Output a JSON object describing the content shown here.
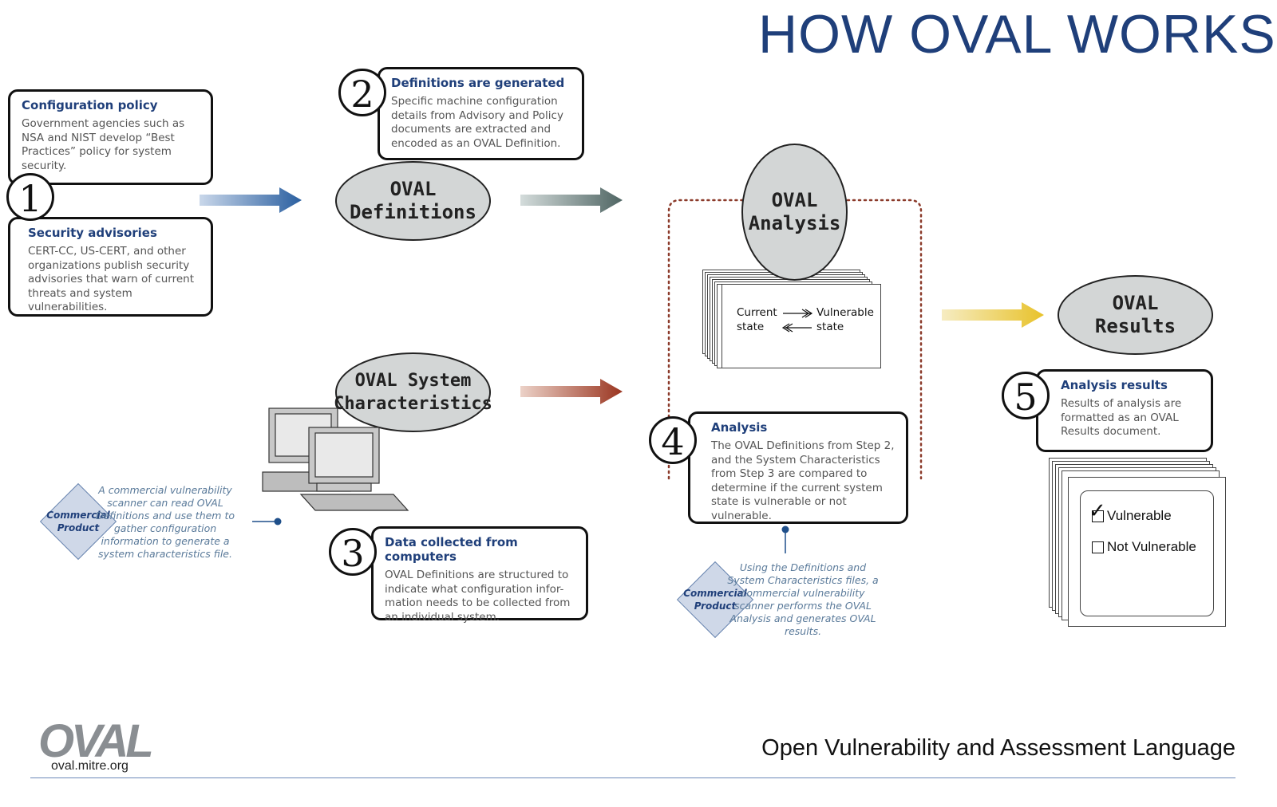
{
  "title": "HOW OVAL WORKS",
  "colors": {
    "title_blue": "#1f3f7a",
    "oval_fill": "#d3d6d6",
    "arrow_blue": "#2a5fa0",
    "arrow_gray": "#4f6563",
    "arrow_red": "#9a3520",
    "arrow_yellow": "#e8c22a",
    "dotted_red": "#8b3a2a"
  },
  "step1": {
    "number": "1",
    "policy": {
      "heading": "Configuration policy",
      "body": "Government agencies such as NSA and NIST develop “Best Practices” policy for system security."
    },
    "advisories": {
      "heading": "Security advisories",
      "body": "CERT-CC, US-CERT, and other organizations publish security advisories that warn of current threats and system vulnerabilities."
    }
  },
  "step2": {
    "number": "2",
    "heading": "Definitions are generated",
    "body": "Specific machine configuration details from Advisory and Policy documents are extracted and encoded as an OVAL Definition."
  },
  "step3": {
    "number": "3",
    "heading": "Data collected from computers",
    "body": "OVAL Definitions are structured to indicate what configuration infor-mation needs to be collected from an individual system."
  },
  "step4": {
    "number": "4",
    "heading": "Analysis",
    "body": "The OVAL Definitions from Step 2, and the System Characteristics from Step 3 are compared to determine if the current system state is vulnerable or not vulnerable."
  },
  "step5": {
    "number": "5",
    "heading": "Analysis results",
    "body": "Results of analysis are formatted as an OVAL Results document."
  },
  "ovals": {
    "definitions": "OVAL\nDefinitions",
    "system_characteristics": "OVAL System\nCharacteristics",
    "analysis": "OVAL\nAnalysis",
    "results": "OVAL\nResults"
  },
  "state_card": {
    "current": "Current",
    "state_left": "state",
    "vulnerable": "Vulnerable",
    "state_right": "state"
  },
  "results_card": {
    "vulnerable": "Vulnerable",
    "not_vulnerable": "Not Vulnerable"
  },
  "commercial_product": "Commercial\nProduct",
  "note_scanner": "A commercial vulnerability scanner can read OVAL Definitions and use them to gather configuration information to generate a system characteristics file.",
  "note_analysis": "Using the Definitions and System Characteristics files, a commercial vulnerability scanner performs the OVAL Analysis and generates OVAL results.",
  "footer": {
    "tagline": "Open Vulnerability and Assessment Language",
    "logo": "OVAL",
    "url": "oval.mitre.org"
  }
}
